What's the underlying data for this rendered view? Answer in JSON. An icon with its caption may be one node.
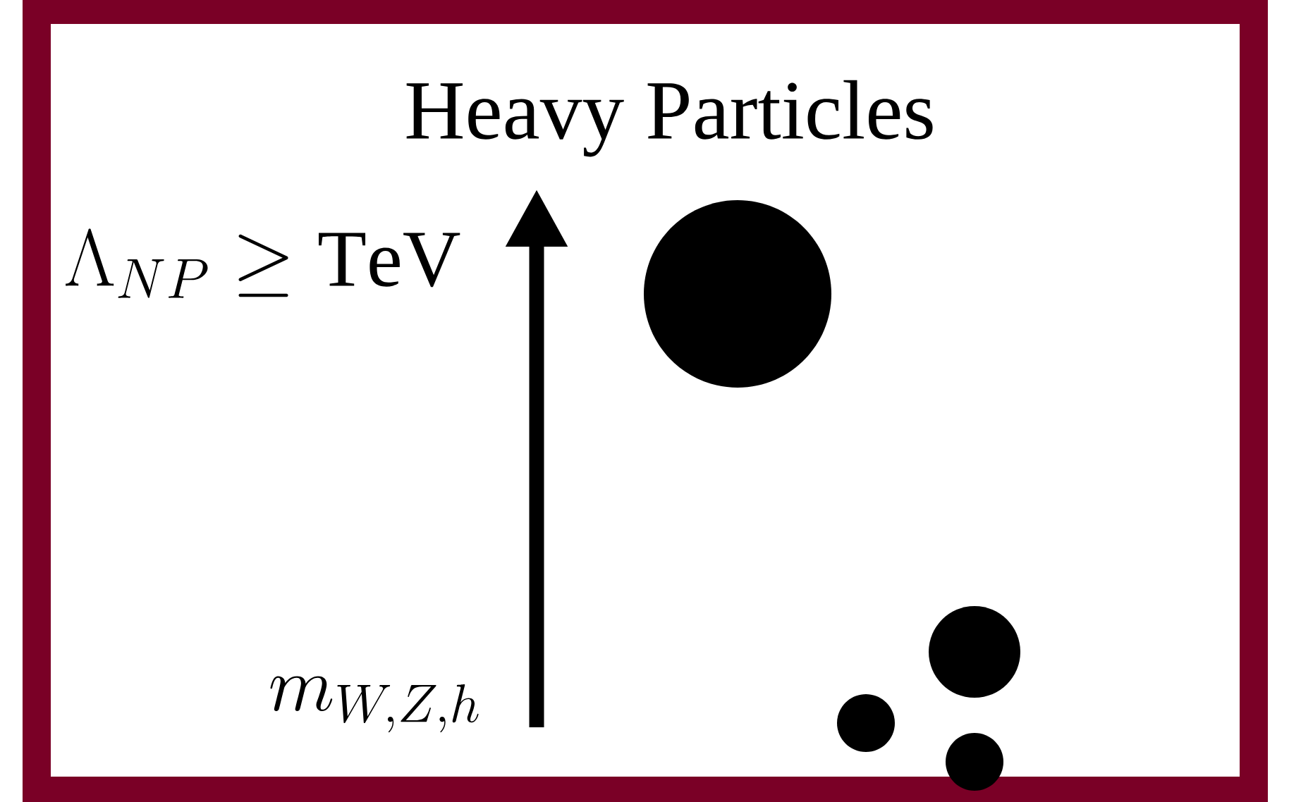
{
  "diagram": {
    "title": "Heavy Particles",
    "nodes": [
      {
        "text": [],
        "shape": "circle"
      },
      {
        "text": [],
        "shape": "circle"
      },
      {
        "text": [],
        "shape": "circle"
      },
      {
        "text": [],
        "shape": "circle"
      }
    ],
    "labels": [
      "\\Lambda_{NP} \\geq \\mathrm{TeV}",
      "m_{W,Z,h}"
    ]
  }
}
